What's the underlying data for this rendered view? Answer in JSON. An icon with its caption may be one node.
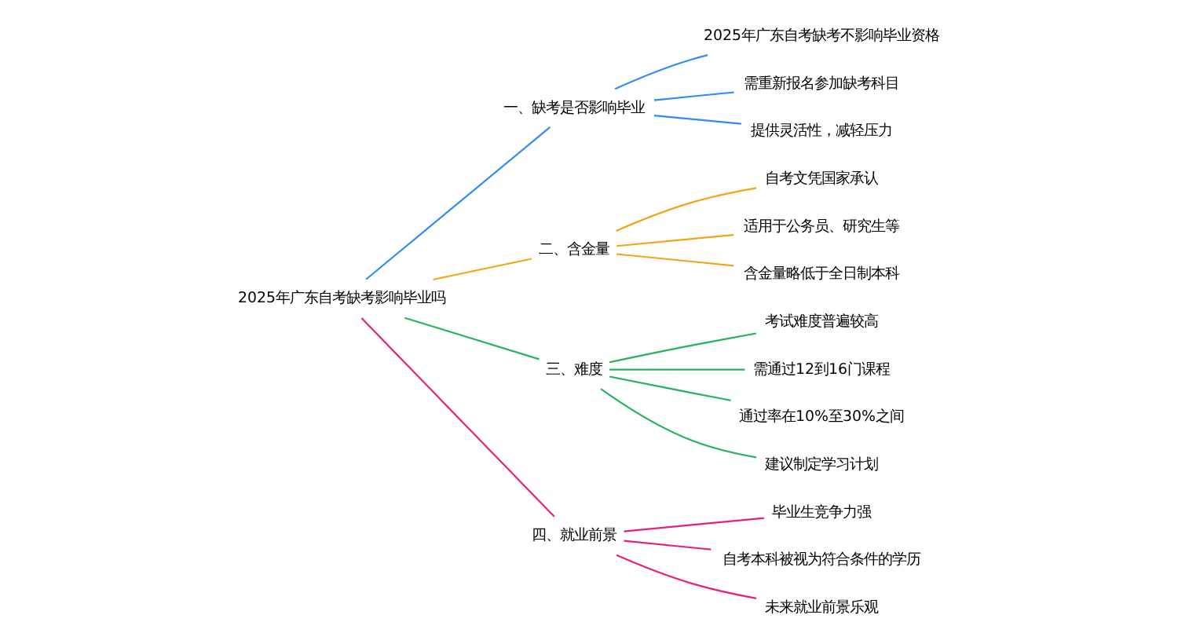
{
  "diagram": {
    "nodes": [
      {
        "text": [
          "2025年广东自考缺考影响毕业吗"
        ]
      },
      {
        "text": [
          "一、缺考是否影响毕业"
        ]
      },
      {
        "text": [
          "2025年广东自考缺考不影响毕业资格"
        ]
      },
      {
        "text": [
          "需重新报名参加缺考科目"
        ]
      },
      {
        "text": [
          "提供灵活性，减轻压力"
        ]
      },
      {
        "text": [
          "二、含金量"
        ]
      },
      {
        "text": [
          "自考文凭国家承认"
        ]
      },
      {
        "text": [
          "适用于公务员、研究生等"
        ]
      },
      {
        "text": [
          "含金量略低于全日制本科"
        ]
      },
      {
        "text": [
          "三、难度"
        ]
      },
      {
        "text": [
          "考试难度普遍较高"
        ]
      },
      {
        "text": [
          "需通过12到16门课程"
        ]
      },
      {
        "text": [
          "通过率在10%至30%之间"
        ]
      },
      {
        "text": [
          "建议制定学习计划"
        ]
      },
      {
        "text": [
          "四、就业前景"
        ]
      },
      {
        "text": [
          "毕业生竞争力强"
        ]
      },
      {
        "text": [
          "自考本科被视为符合条件的学历"
        ]
      },
      {
        "text": [
          "未来就业前景乐观"
        ]
      }
    ],
    "edges": [
      {
        "from": 0,
        "to": 1,
        "arrow": "none",
        "color": "#2f8cf0"
      },
      {
        "from": 1,
        "to": 2,
        "arrow": "none",
        "color": "#2f8cf0"
      },
      {
        "from": 1,
        "to": 3,
        "arrow": "none",
        "color": "#2f8cf0"
      },
      {
        "from": 1,
        "to": 4,
        "arrow": "none",
        "color": "#2f8cf0"
      },
      {
        "from": 0,
        "to": 5,
        "arrow": "none",
        "color": "#f5a418"
      },
      {
        "from": 5,
        "to": 6,
        "arrow": "none",
        "color": "#f5a418"
      },
      {
        "from": 5,
        "to": 7,
        "arrow": "none",
        "color": "#f5a418"
      },
      {
        "from": 5,
        "to": 8,
        "arrow": "none",
        "color": "#f5a418"
      },
      {
        "from": 0,
        "to": 9,
        "arrow": "none",
        "color": "#27b35a"
      },
      {
        "from": 9,
        "to": 10,
        "arrow": "none",
        "color": "#27b35a"
      },
      {
        "from": 9,
        "to": 11,
        "arrow": "none",
        "color": "#27b35a"
      },
      {
        "from": 9,
        "to": 12,
        "arrow": "none",
        "color": "#27b35a"
      },
      {
        "from": 9,
        "to": 13,
        "arrow": "none",
        "color": "#27b35a"
      },
      {
        "from": 0,
        "to": 14,
        "arrow": "none",
        "color": "#e8207a"
      },
      {
        "from": 14,
        "to": 15,
        "arrow": "none",
        "color": "#e8207a"
      },
      {
        "from": 14,
        "to": 16,
        "arrow": "none",
        "color": "#e8207a"
      },
      {
        "from": 14,
        "to": 17,
        "arrow": "none",
        "color": "#e8207a"
      }
    ]
  }
}
